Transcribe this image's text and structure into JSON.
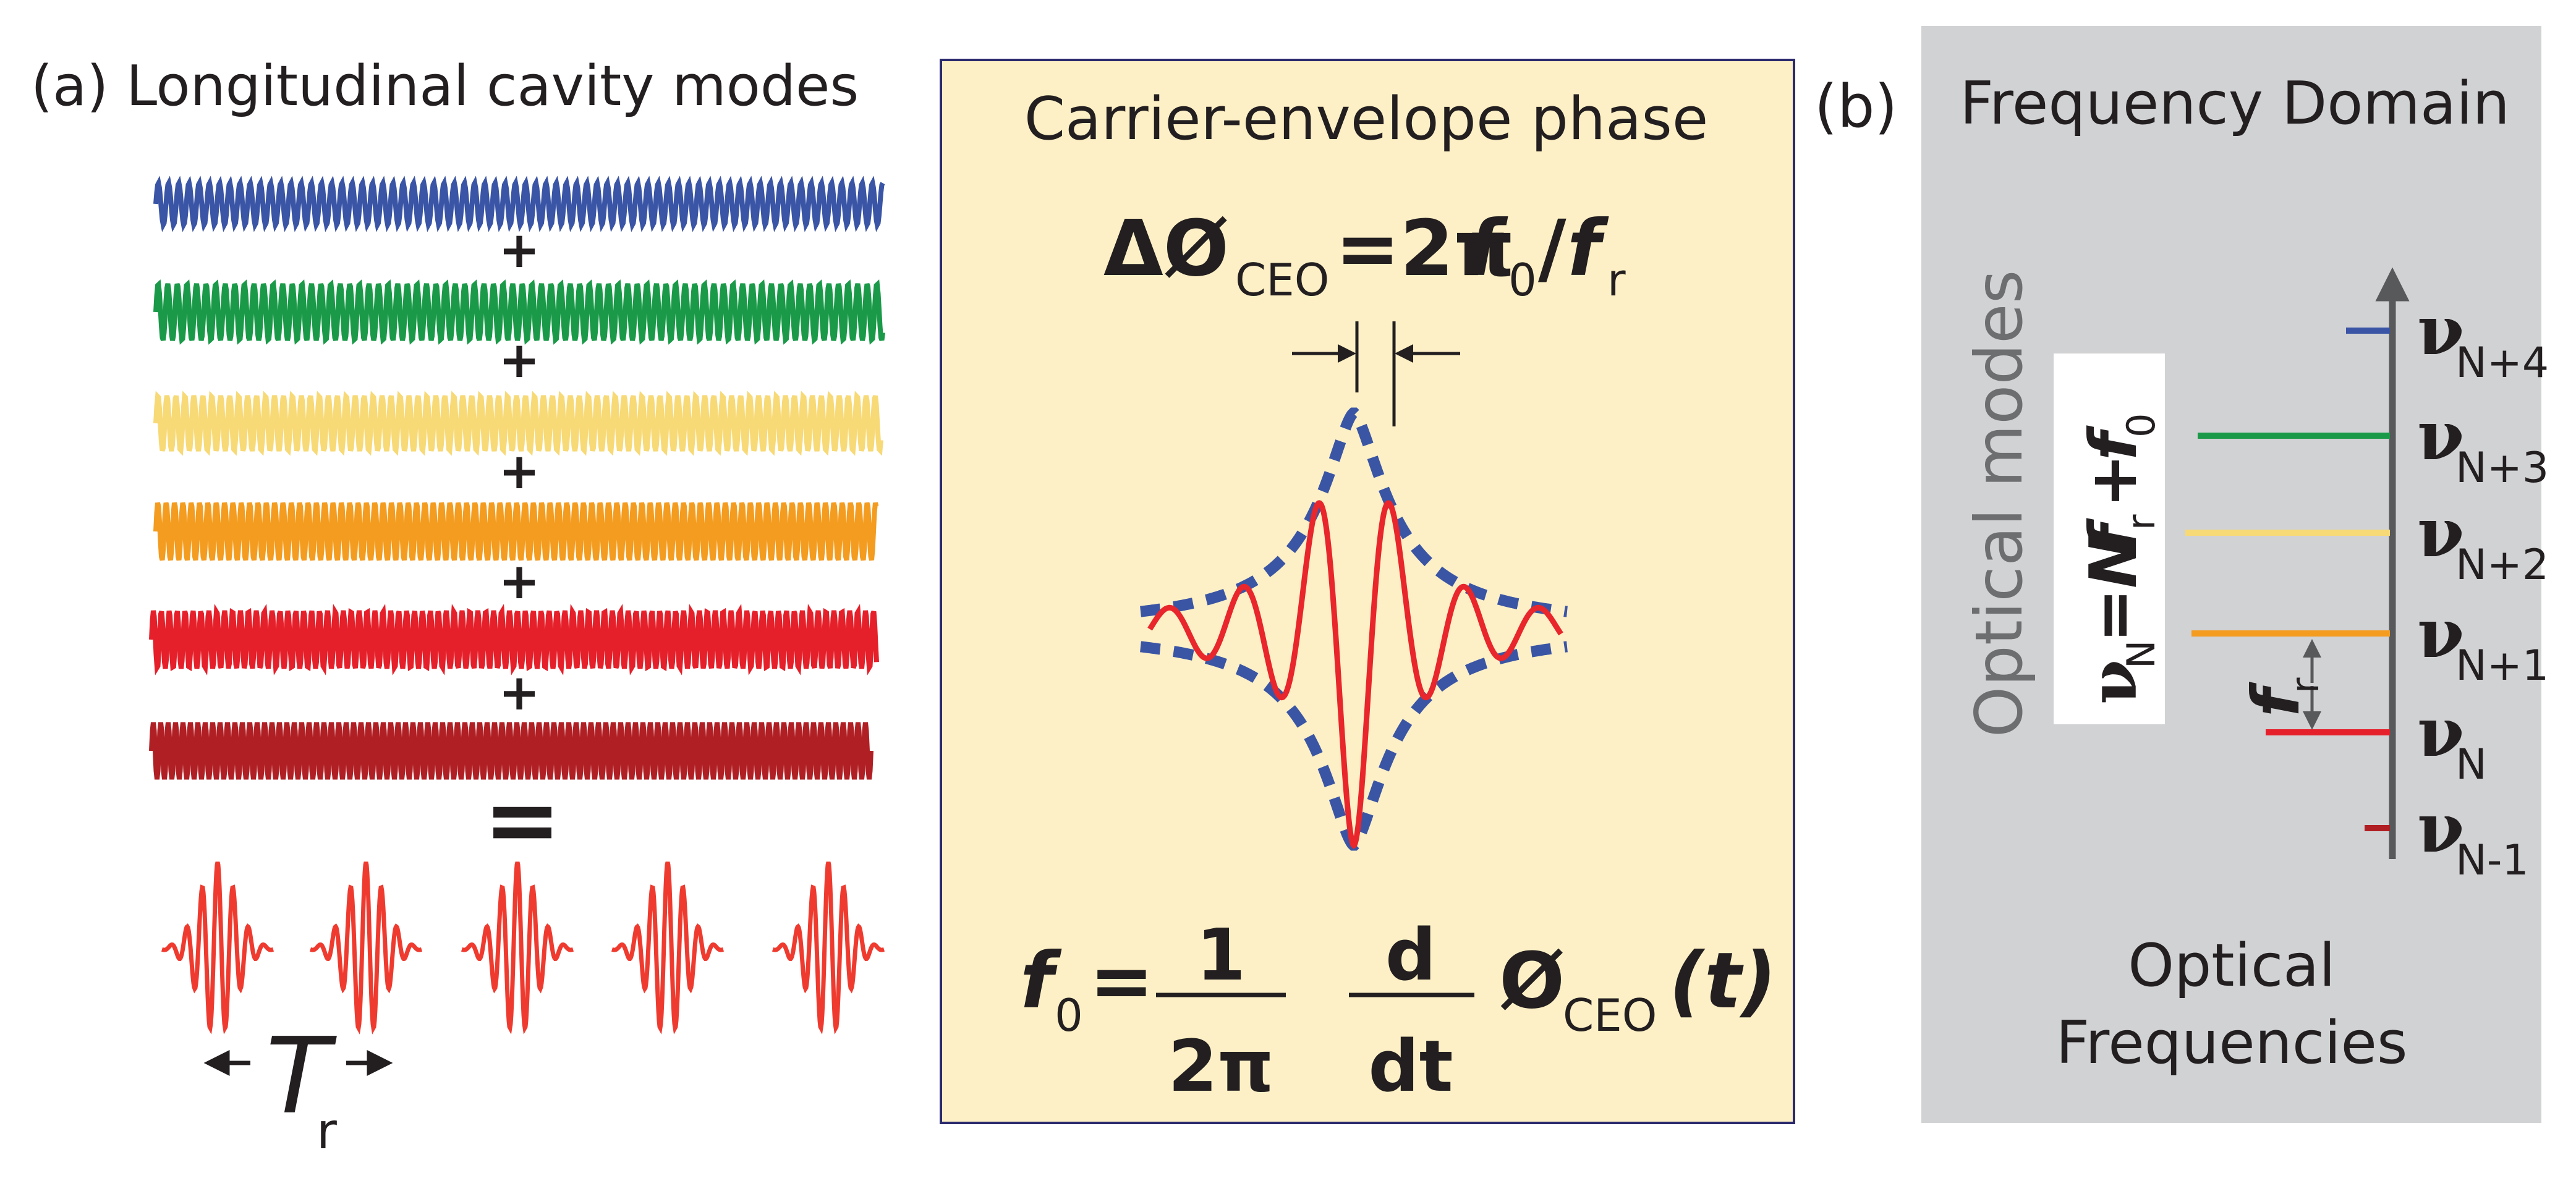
{
  "panel_a": {
    "title": "(a) Longitudinal cavity modes",
    "plus": "+",
    "equals": "=",
    "period_symbol": "T",
    "period_sub": "r",
    "mode_colors": [
      "#3a55a5",
      "#1a9a48",
      "#f7d976",
      "#f39c1f",
      "#e5202a",
      "#b01f24"
    ]
  },
  "ceo": {
    "title": "Carrier-envelope phase",
    "eq1": {
      "delta_phi": "ΔØ",
      "ceo": "CEO",
      "rhs": "=2π",
      "f": "f",
      "sub0": "0",
      "slash": "/",
      "fr": "f",
      "subr": "r"
    },
    "eq2": {
      "f": "f",
      "sub0": "0",
      "eq": "=",
      "num1": "1",
      "den1": "2π",
      "num2": "d",
      "den2": "dt",
      "phi": "Ø",
      "ceo": "CEO",
      "t": "(t)"
    },
    "colors": {
      "background": "#fdf0c6",
      "border": "#2b2a6e",
      "envelope": "#3b55a5",
      "carrier": "#e8262b"
    }
  },
  "panel_b": {
    "label": "(b)",
    "title": "Frequency Domain",
    "vertical_label": "Optical modes",
    "formula": {
      "nu": "ν",
      "N": "N",
      "eq": "=N",
      "f": "f",
      "r": "r",
      "plus": "+",
      "f0": "f",
      "zero": "0"
    },
    "spacing": {
      "f": "f",
      "r": "r"
    },
    "bottom_label_1": "Optical",
    "bottom_label_2": "Frequencies",
    "lines": [
      {
        "label": "N+4",
        "color": "#3a55a5"
      },
      {
        "label": "N+3",
        "color": "#1a9a48"
      },
      {
        "label": "N+2",
        "color": "#f7d976"
      },
      {
        "label": "N+1",
        "color": "#f39c1f"
      },
      {
        "label": "N",
        "color": "#e5202a"
      },
      {
        "label": "N-1",
        "color": "#b01f24"
      }
    ],
    "nu": "ν",
    "colors": {
      "background": "#d1d2d4",
      "axis": "#58595b"
    }
  }
}
